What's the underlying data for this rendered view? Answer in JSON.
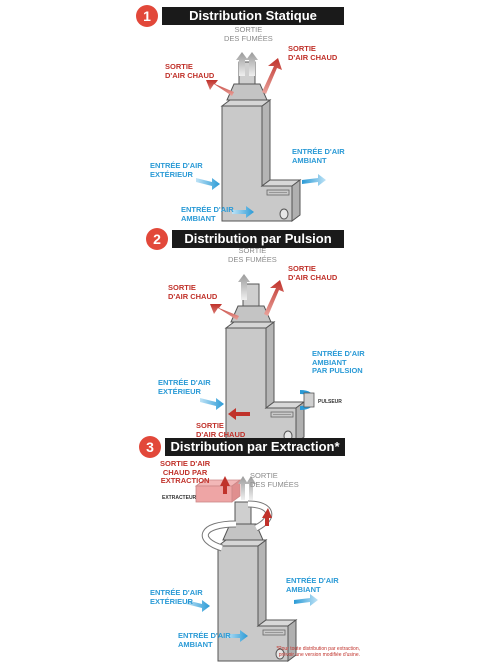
{
  "sections": [
    {
      "number": "1",
      "title": "Distribution Statique",
      "labels": {
        "smoke": "SORTIE\nDES FUMÉES",
        "hot_left": "SORTIE\nD'AIR CHAUD",
        "hot_right": "SORTIE\nD'AIR CHAUD",
        "ambient_right": "ENTRÉE D'AIR\nAMBIANT",
        "exterior_left": "ENTRÉE D'AIR\nEXTÉRIEUR",
        "ambient_bottom": "ENTRÉE D'AIR\nAMBIANT"
      }
    },
    {
      "number": "2",
      "title": "Distribution par Pulsion",
      "labels": {
        "smoke": "SORTIE\nDES FUMÉES",
        "hot_left": "SORTIE\nD'AIR CHAUD",
        "hot_right": "SORTIE\nD'AIR CHAUD",
        "pulsion_right": "ENTRÉE D'AIR\nAMBIANT\nPAR PULSION",
        "exterior_left": "ENTRÉE D'AIR\nEXTÉRIEUR",
        "hot_bottom": "SORTIE\nD'AIR CHAUD",
        "pulseur": "PULSEUR"
      }
    },
    {
      "number": "3",
      "title": "Distribution par Extraction*",
      "labels": {
        "hot_extraction": "SORTIE D'AIR\nCHAUD PAR\nEXTRACTION",
        "smoke": "SORTIE\nDES FUMÉES",
        "extracteur": "EXTRACTEUR",
        "exterior_left": "ENTRÉE D'AIR\nEXTÉRIEUR",
        "ambient_right": "ENTRÉE D'AIR\nAMBIANT",
        "ambient_bottom": "ENTRÉE D'AIR\nAMBIANT"
      },
      "footnote": "*Pour toute distribution par extraction,\nprévoir une version modifiée d'usine."
    }
  ]
}
